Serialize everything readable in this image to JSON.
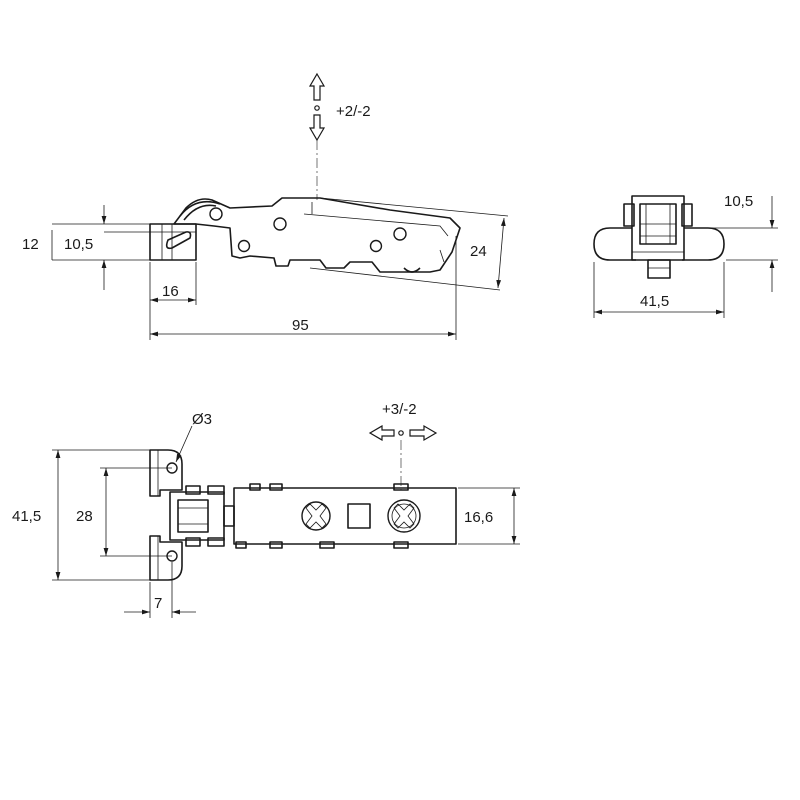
{
  "views": {
    "side": {
      "adjust_label": "+2/-2",
      "dims": {
        "overall_height": "12",
        "base_height": "10,5",
        "cup_width": "16",
        "length": "95",
        "arm_height": "24"
      }
    },
    "end": {
      "dims": {
        "cup_offset": "10,5",
        "width": "41,5"
      }
    },
    "top": {
      "adjust_label": "+3/-2",
      "hole_label": "Ø3",
      "dims": {
        "plate_height": "41,5",
        "hole_spacing": "28",
        "hole_offset": "7",
        "arm_width": "16,6"
      }
    }
  },
  "colors": {
    "line": "#1a1a1a",
    "background": "#ffffff"
  }
}
